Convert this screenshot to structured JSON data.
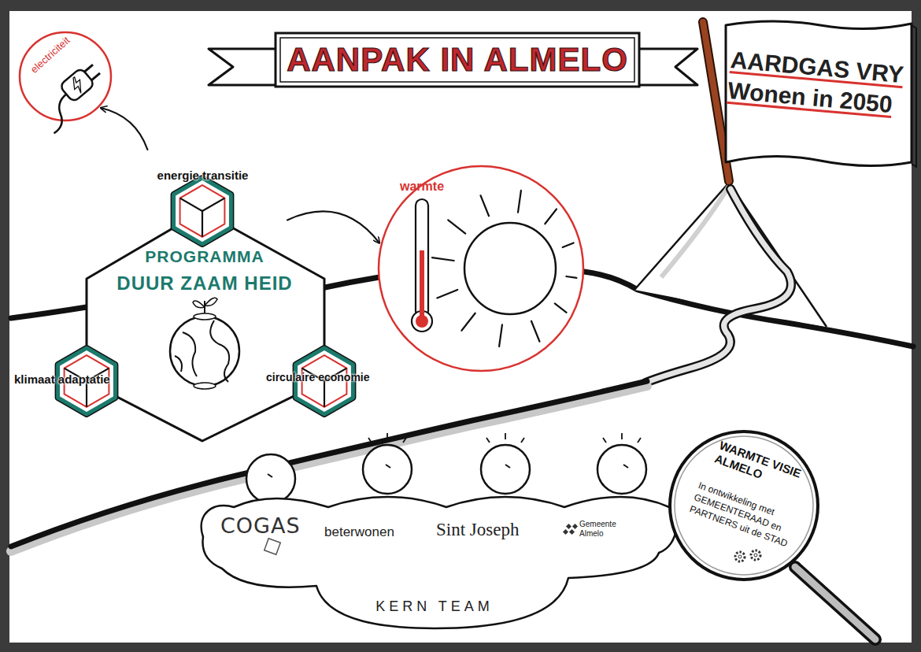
{
  "diagram": {
    "title": "AANPAK IN ALMELO",
    "nodes": [
      {
        "text": [
          "electriciteit"
        ]
      },
      {
        "text": [
          "energie transitie"
        ]
      },
      {
        "text": [
          "PROGRAMMA",
          "DUUR ZAAM HEID"
        ]
      },
      {
        "text": [
          "klimaat adaptatie"
        ]
      },
      {
        "text": [
          "circulaire economie"
        ]
      },
      {
        "text": [
          "warmte"
        ]
      },
      {
        "text": [
          "AARDGAS VRY Wonen in 2050"
        ]
      },
      {
        "text": [
          "COGAS",
          "beterwonen",
          "Sint Joseph",
          "Gemeente Almelo",
          "KERN TEAM"
        ]
      },
      {
        "text": [
          "WARMTE VISIE ALMELO",
          "In ontwikkeling met GEMEENTERAAD en PARTNERS uit de STAD"
        ]
      }
    ],
    "edges": [
      {
        "from": 1,
        "to": 0,
        "arrow": "to"
      },
      {
        "from": 1,
        "to": 5,
        "arrow": "to"
      }
    ]
  }
}
